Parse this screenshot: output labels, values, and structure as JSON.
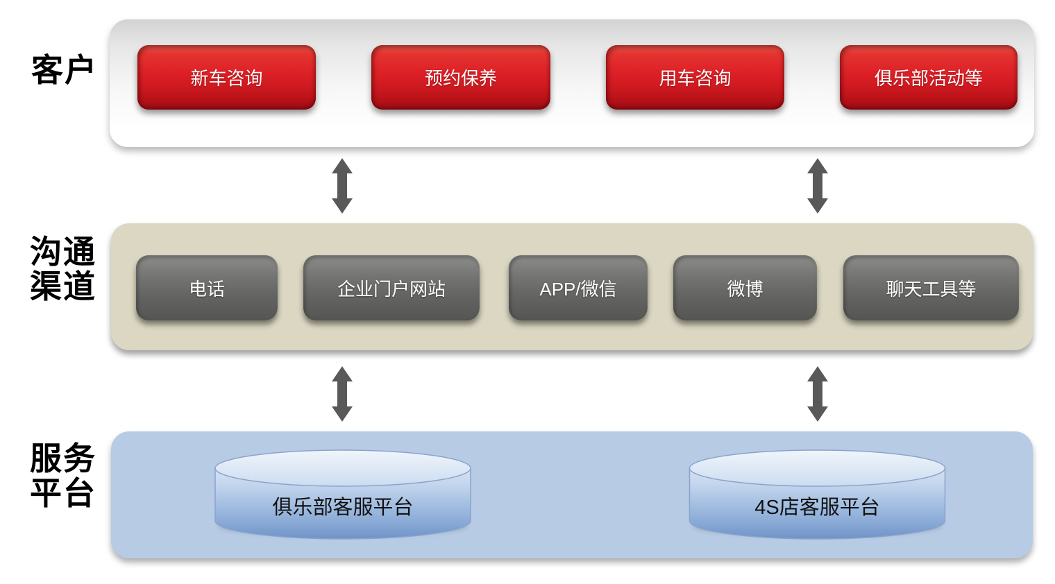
{
  "diagram": {
    "rows": [
      {
        "id": "customer",
        "label": "客户",
        "label_lines": [
          "客户"
        ],
        "items": [
          "新车咨询",
          "预约保养",
          "用车咨询",
          "俱乐部活动等"
        ]
      },
      {
        "id": "channels",
        "label": "沟通渠道",
        "label_lines": [
          "沟通",
          "渠道"
        ],
        "items": [
          "电话",
          "企业门户网站",
          "APP/微信",
          "微博",
          "聊天工具等"
        ]
      },
      {
        "id": "platform",
        "label": "服务平台",
        "label_lines": [
          "服务",
          "平台"
        ],
        "items": [
          "俱乐部客服平台",
          "4S店客服平台"
        ]
      }
    ],
    "connectors": {
      "type": "double-headed-vertical-arrow",
      "count": 4
    },
    "icons": {
      "arrow": "double-arrow-vertical-icon"
    },
    "colors": {
      "customer_band_gradient_top": "#d2d2d2",
      "customer_band_gradient_bottom": "#ffffff",
      "customer_button_red": "#dd2127",
      "customer_button_red_dark": "#9e0c12",
      "channel_band_beige": "#dbd7c2",
      "channel_button_gray": "#646462",
      "platform_band_blue": "#b7cbe4",
      "cylinder_top_blue": "#e9f1fa",
      "cylinder_bottom_blue": "#6f93c8",
      "arrow_gray": "#595959",
      "label_text": "#000000",
      "button_text": "#ffffff",
      "cylinder_text": "#121212"
    }
  }
}
